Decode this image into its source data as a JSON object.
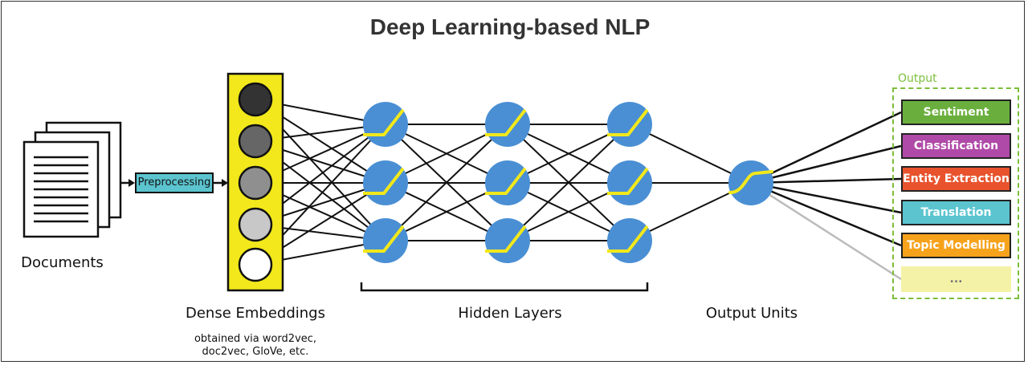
{
  "title": "Deep Learning-based NLP",
  "documents_label": "Documents",
  "preprocessing_label": "Preprocessing",
  "embeddings": {
    "label": "Dense Embeddings",
    "note_line1": "obtained via word2vec,",
    "note_line2": "doc2vec, GloVe, etc.",
    "node_colors": [
      "#333333",
      "#666666",
      "#8f8f8f",
      "#c8c8c8",
      "#ffffff"
    ]
  },
  "hidden_layers_label": "Hidden Layers",
  "output_units_label": "Output Units",
  "output": {
    "label": "Output",
    "items": [
      {
        "label": "Sentiment",
        "color": "#6aaf3d"
      },
      {
        "label": "Classification",
        "color": "#b04aa8"
      },
      {
        "label": "Entity Extraction",
        "color": "#e8532d"
      },
      {
        "label": "Translation",
        "color": "#5bc4cf"
      },
      {
        "label": "Topic Modelling",
        "color": "#f7a21b"
      },
      {
        "label": "...",
        "color": "#f4f2a6"
      }
    ]
  },
  "colors": {
    "embedding_fill": "#f2e81b",
    "neuron_fill": "#4a8fd4",
    "activation_stroke": "#f2e81b",
    "output_border": "#7cbf3a"
  }
}
